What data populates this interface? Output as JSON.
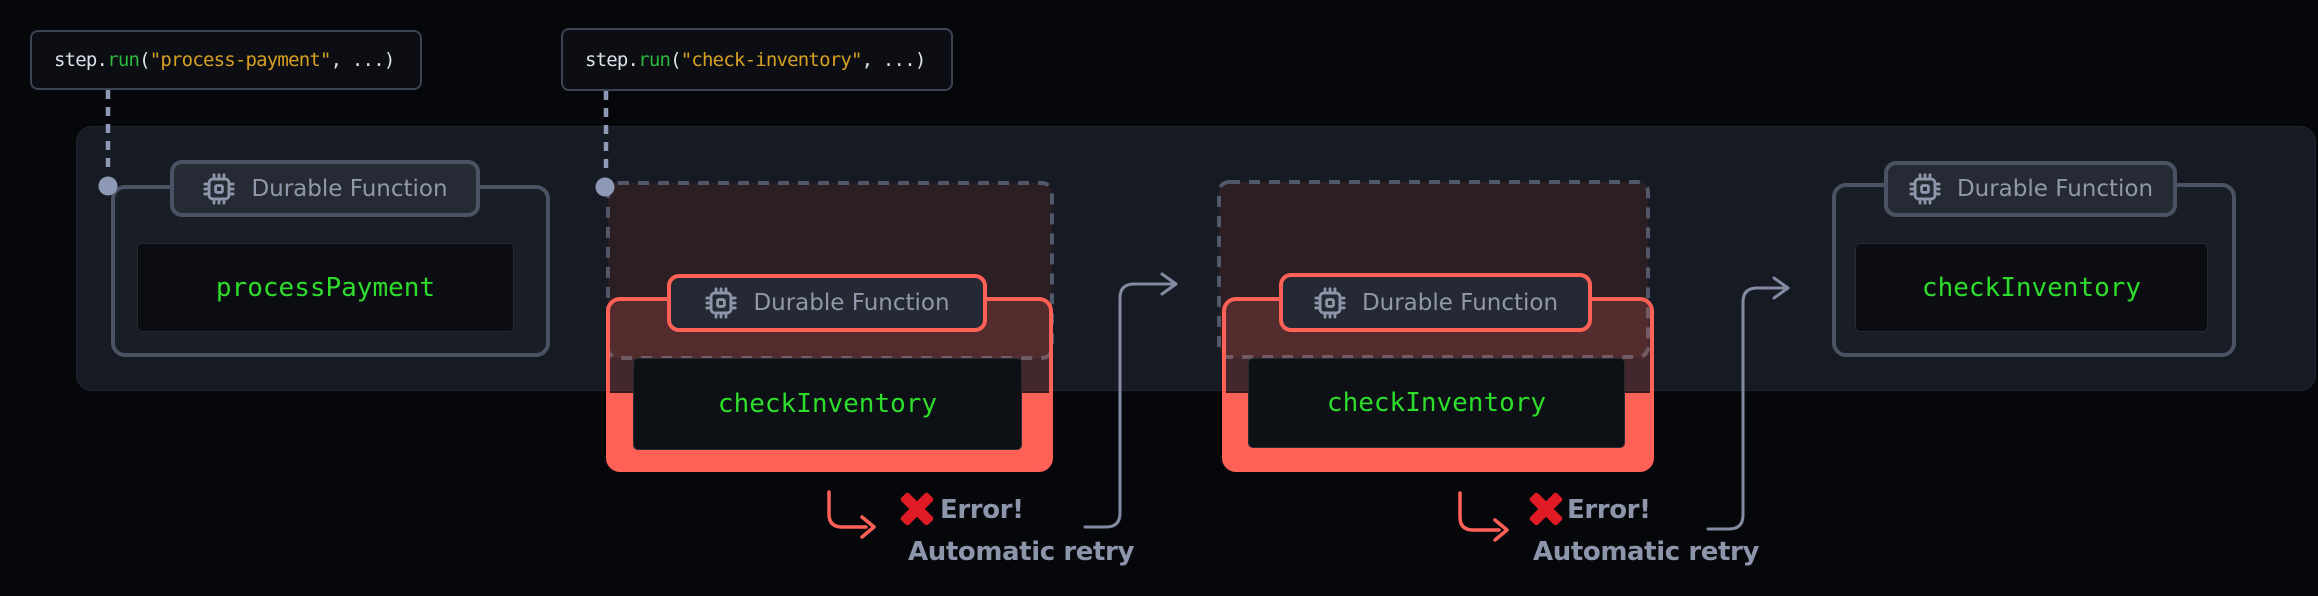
{
  "diagram_title": "Durable function automatic retry flow",
  "code_labels": [
    {
      "prefix": "step.",
      "fn": "run",
      "open": "(",
      "arg": "\"process-payment\"",
      "close": ", ...)"
    },
    {
      "prefix": "step.",
      "fn": "run",
      "open": "(",
      "arg": "\"check-inventory\"",
      "close": ", ...)"
    }
  ],
  "badge": {
    "label": "Durable Function",
    "icon": "cpu-chip-icon"
  },
  "functions": [
    {
      "name": "processPayment",
      "state": "normal"
    },
    {
      "name": "checkInventory",
      "state": "failed-attempt"
    },
    {
      "name": "checkInventory",
      "state": "failed-attempt"
    },
    {
      "name": "checkInventory",
      "state": "normal"
    }
  ],
  "error_labels": [
    {
      "error": "Error!",
      "retry": "Automatic retry"
    },
    {
      "error": "Error!",
      "retry": "Automatic retry"
    }
  ],
  "colors": {
    "accent_salmon": "#ff6156",
    "error_x_red": "#e01b26",
    "function_green": "#2edd2b",
    "code_fn_green": "#2db83d",
    "code_string_yellow": "#d6a021",
    "connector_gray": "#8e99b5",
    "muted_text": "#9098aa",
    "panel_bg": "#161a23",
    "ghost_fill": "#2b1f24"
  }
}
